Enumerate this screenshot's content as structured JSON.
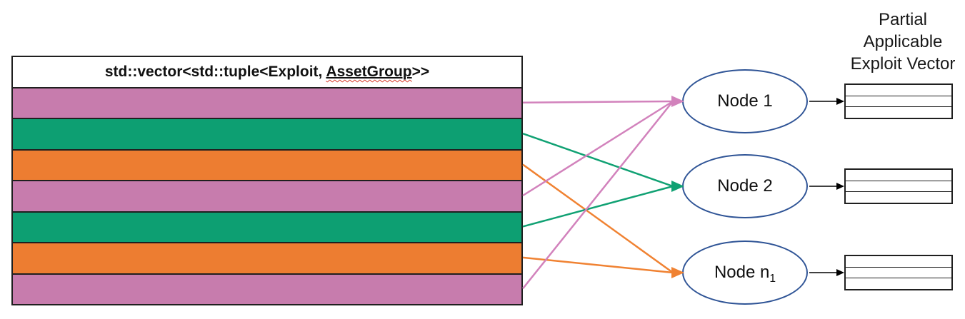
{
  "title": "Partial\nApplicable\nExploit Vector",
  "vector": {
    "header_prefix": "std::vector<std::tuple<Exploit, ",
    "header_misspelled": "AssetGroup",
    "header_suffix": ">>",
    "rows": [
      {
        "color": "#C77CAD"
      },
      {
        "color": "#0D9F72"
      },
      {
        "color": "#ED7D31"
      },
      {
        "color": "#C77CAD"
      },
      {
        "color": "#0D9F72"
      },
      {
        "color": "#ED7D31"
      },
      {
        "color": "#C77CAD"
      }
    ]
  },
  "nodes": [
    {
      "label": "Node 1",
      "sub": "",
      "arrow_color": "#D282BC"
    },
    {
      "label": "Node 2",
      "sub": "",
      "arrow_color": "#10A173"
    },
    {
      "label": "Node n",
      "sub": "1",
      "arrow_color": "#F08232"
    }
  ],
  "edges": [
    {
      "row": 0,
      "node": 0,
      "color": "#D282BC"
    },
    {
      "row": 1,
      "node": 1,
      "color": "#10A173"
    },
    {
      "row": 2,
      "node": 2,
      "color": "#F08232"
    },
    {
      "row": 3,
      "node": 0,
      "color": "#D282BC"
    },
    {
      "row": 4,
      "node": 1,
      "color": "#10A173"
    },
    {
      "row": 5,
      "node": 2,
      "color": "#F08232"
    },
    {
      "row": 6,
      "node": 0,
      "color": "#D282BC"
    }
  ],
  "colors": {
    "node_outline": "#2F5496",
    "connector": "#000000",
    "spellcheck": "#D93A2B"
  },
  "partial_vector": {
    "rows_per_table": 3,
    "table_count": 3
  }
}
